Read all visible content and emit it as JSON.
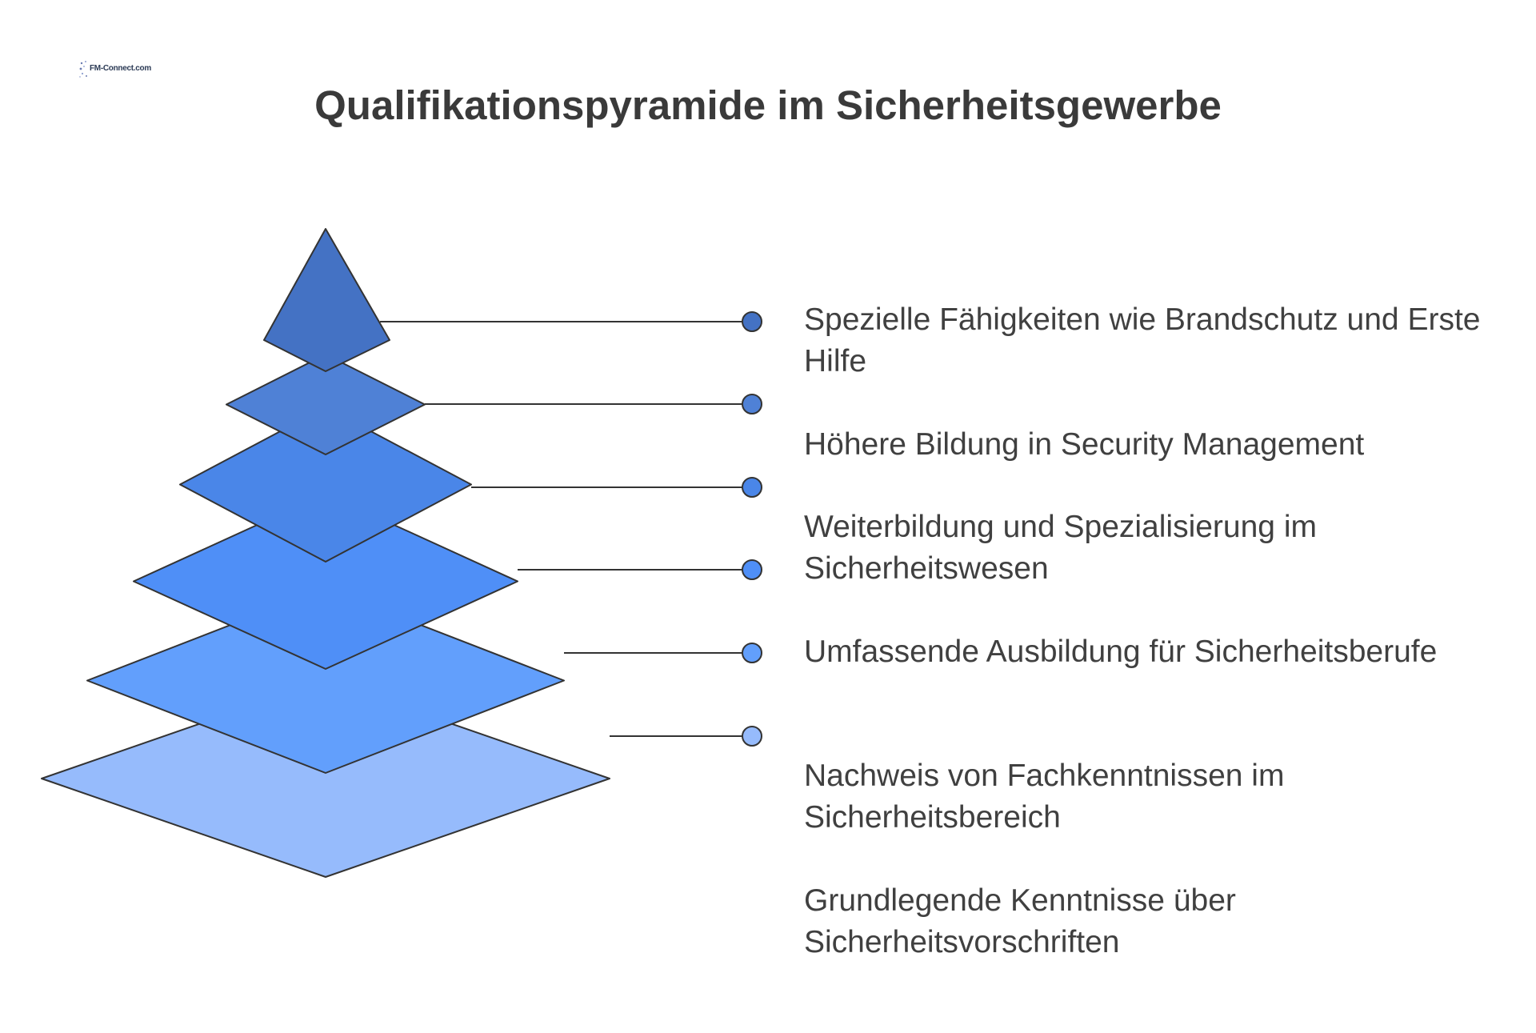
{
  "logo": {
    "text": "FM-Connect.com"
  },
  "title": "Qualifikationspyramide im Sicherheitsgewerbe",
  "levels": [
    {
      "label": "Spezielle Fähigkeiten wie Brandschutz und Erste Hilfe",
      "color": "#4472c4"
    },
    {
      "label": "Höhere Bildung in Security Management",
      "color": "#4f81d6"
    },
    {
      "label": "Weiterbildung und Spezialisierung im Sicherheitswesen",
      "color": "#4a86e8"
    },
    {
      "label": "Umfassende Ausbildung für Sicherheitsberufe",
      "color": "#4f8ff7"
    },
    {
      "label": "Nachweis von Fachkenntnissen im Sicherheitsbereich",
      "color": "#629ffc"
    },
    {
      "label": "Grundlegende Kenntnisse über Sicherheitsvorschriften",
      "color": "#96bbfc"
    }
  ],
  "connector_color": "#333333"
}
